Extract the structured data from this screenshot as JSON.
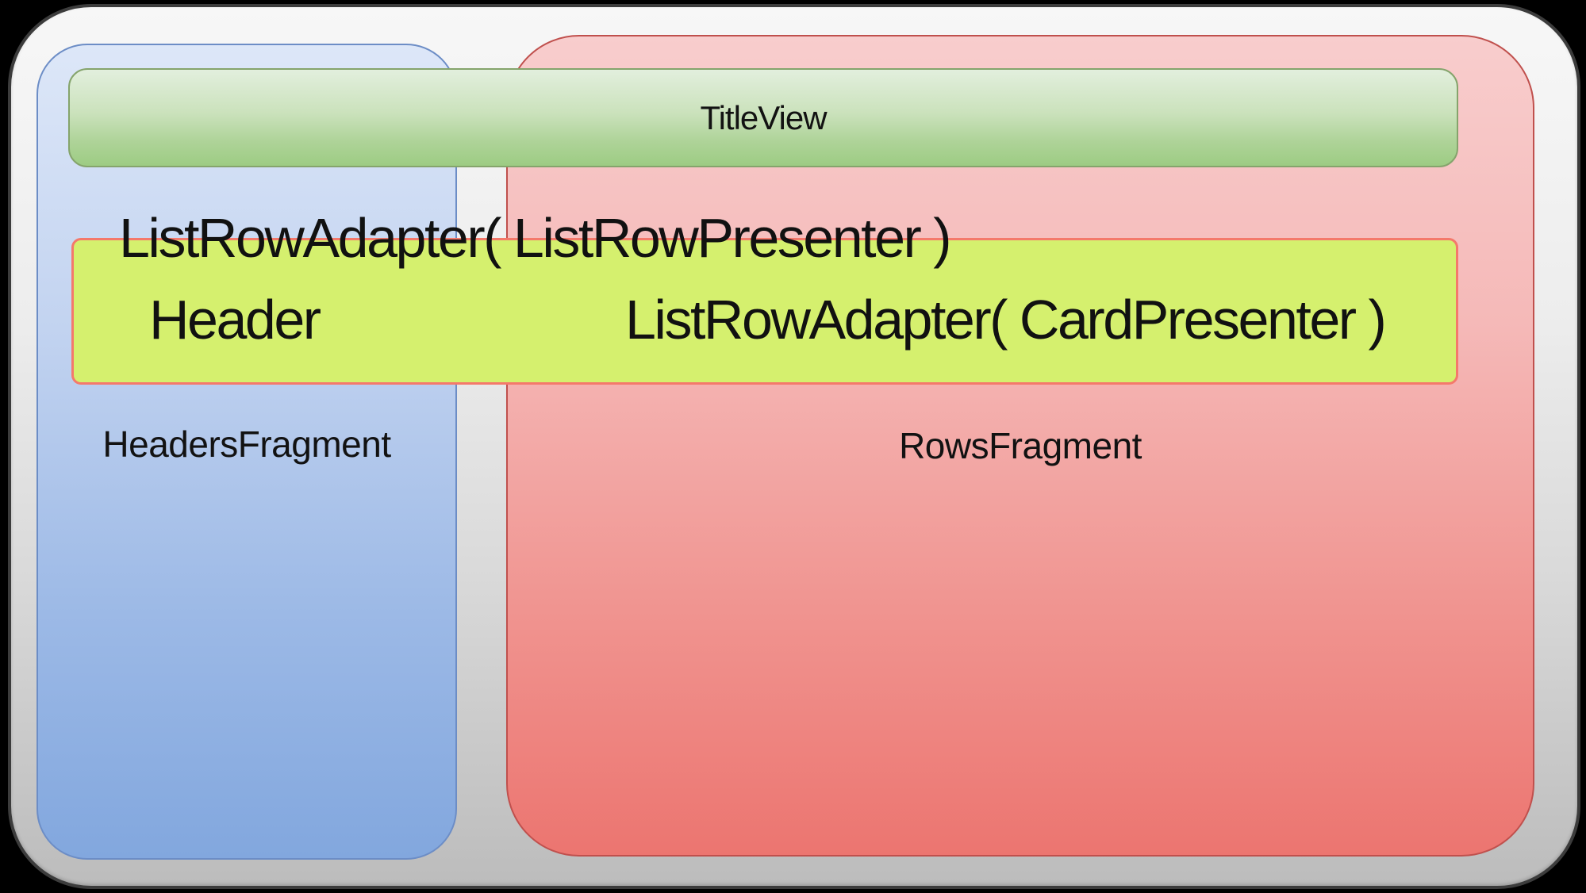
{
  "diagram": {
    "title_view_label": "TitleView",
    "headers_fragment_label": "HeadersFragment",
    "rows_fragment_label": "RowsFragment",
    "list_row_presenter_label": "ListRowAdapter( ListRowPresenter )",
    "header_label": "Header",
    "card_presenter_label": "ListRowAdapter( CardPresenter )",
    "colors": {
      "page_background": "#000000",
      "frame_fill_top": "#f7f7f7",
      "frame_fill_bottom": "#bcbcbc",
      "frame_border": "#3c3c3c",
      "headers_fill_top": "#dde7f8",
      "headers_fill_bottom": "#82a7de",
      "headers_border": "#6c8dc6",
      "rows_fill_top": "#f8cdcd",
      "rows_fill_bottom": "#ec7570",
      "rows_border": "#c0504d",
      "title_fill_top": "#e2efdd",
      "title_fill_bottom": "#9dcc83",
      "title_border": "#85a46c",
      "listrow_fill": "#d5f06e",
      "listrow_border": "#f4796b",
      "text": "#121212"
    }
  }
}
